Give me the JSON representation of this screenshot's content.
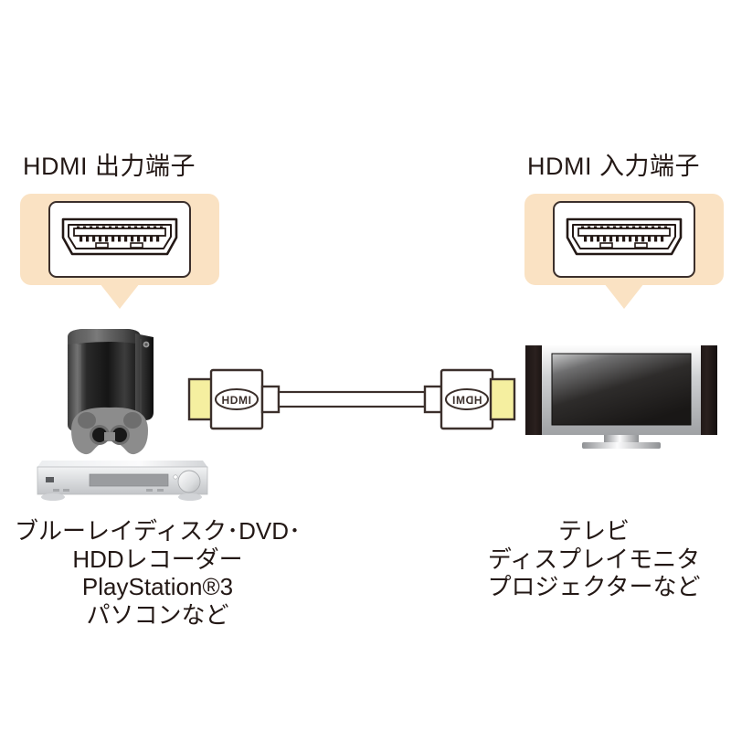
{
  "diagram": {
    "title_left": "HDMI 出力端子",
    "title_right": "HDMI 入力端子",
    "colors": {
      "callout_bg": "#FAE2C3",
      "outline": "#3B2F2B",
      "text": "#231815",
      "plug_gold": "#F5EFA0",
      "console_black": "#1A1A1A",
      "gamepad_gray": "#8C8C8C",
      "recorder_silver": "#D9DADC",
      "background": "#FFFFFF"
    }
  },
  "source_device": {
    "caption_lines": [
      "ブルーレイディスク･DVD･",
      "HDDレコーダー",
      "PlayStation®3",
      "パソコンなど"
    ],
    "console_name": "playstation-3-console",
    "recorder_name": "bluray-dvd-recorder"
  },
  "sink_device": {
    "caption_lines": [
      "テレビ",
      "ディスプレイモニタ",
      "プロジェクターなど"
    ],
    "tv_name": "flat-panel-television"
  },
  "cable": {
    "connector_logo": "HDMI",
    "connector_logo_mirrored": "HDMI",
    "left_connector_name": "hdmi-plug-left",
    "right_connector_name": "hdmi-plug-right"
  },
  "ports": {
    "pin_count": 19,
    "port_icon_name": "hdmi-port-socket"
  }
}
